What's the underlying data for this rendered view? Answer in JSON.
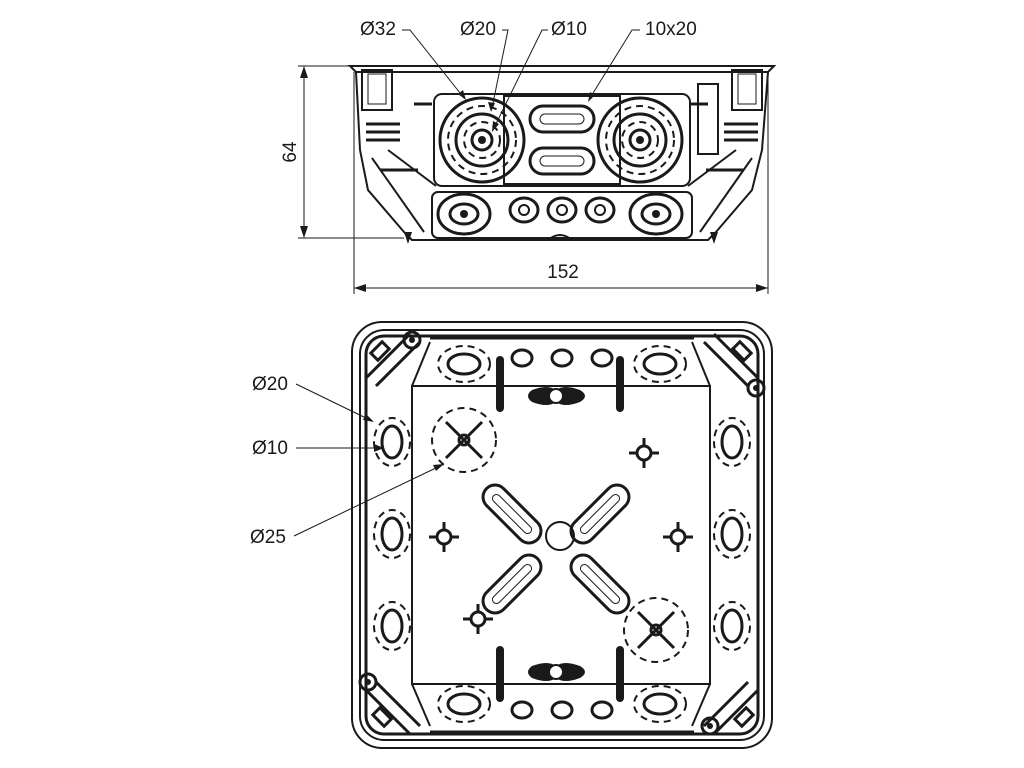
{
  "side_view": {
    "labels": {
      "d32": "Ø32",
      "d20": "Ø20",
      "d10": "Ø10",
      "slot": "10x20"
    },
    "dimensions": {
      "height": "64",
      "width": "152"
    }
  },
  "top_view": {
    "labels": {
      "d20": "Ø20",
      "d10": "Ø10",
      "d25": "Ø25"
    }
  },
  "colors": {
    "line": "#1a1a1a",
    "background": "#ffffff"
  }
}
